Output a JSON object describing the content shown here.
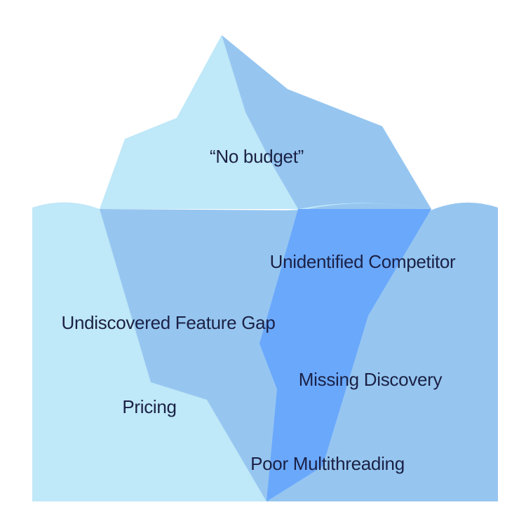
{
  "diagram": {
    "type": "iceberg",
    "tip_label": "“No budget”",
    "hidden_labels": [
      "Unidentified Competitor",
      "Undiscovered Feature Gap",
      "Missing Discovery",
      "Pricing",
      "Poor Multithreading"
    ],
    "colors": {
      "light": "#bfe8f8",
      "mid": "#96c6f0",
      "deep": "#6aa8fc",
      "text": "#1b2145"
    }
  }
}
